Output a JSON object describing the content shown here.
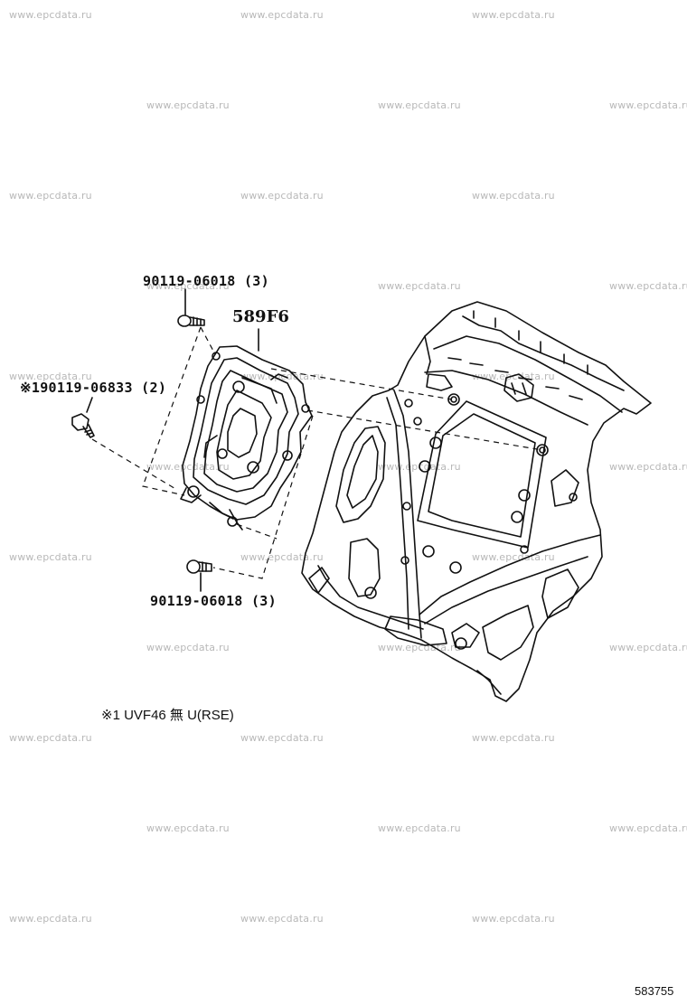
{
  "watermark": "www.epcdata.ru",
  "parts": {
    "bolt_top": "90119-06018 (3)",
    "bolt_left": "※190119-06833 (2)",
    "bolt_bottom": "90119-06018 (3)",
    "bracket_ref": "589F6"
  },
  "footnote": "※1 UVF46 無 U(RSE)",
  "drawing_code": "583755"
}
